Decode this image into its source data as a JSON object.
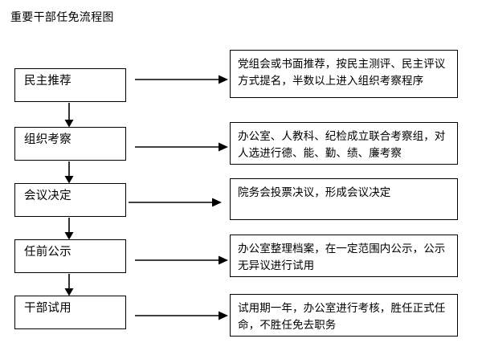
{
  "title": "重要干部任免流程图",
  "diagram": {
    "orientation": "vertical-with-side-annotations",
    "stages": [
      {
        "id": "stage-democratic-recommendation",
        "label": "民主推荐",
        "description": "党组会或书面推荐，按民主测评、民主评议方式提名，半数以上进入组织考察程序"
      },
      {
        "id": "stage-organization-inspection",
        "label": "组织考察",
        "description": "办公室、人教科、纪检成立联合考察组，对人选进行德、能、勤、绩、廉考察"
      },
      {
        "id": "stage-meeting-decision",
        "label": "会议决定",
        "description": "院务会投票决议，形成会议决定"
      },
      {
        "id": "stage-pre-appointment-publicity",
        "label": "任前公示",
        "description": "办公室整理档案，在一定范围内公示，公示无异议进行试用"
      },
      {
        "id": "stage-cadre-trial",
        "label": "干部试用",
        "description": "试用期一年，办公室进行考核，胜任正式任命，不胜任免去职务"
      }
    ],
    "colors": {
      "background": "#ffffff",
      "stroke": "#000000",
      "text": "#000000"
    }
  }
}
